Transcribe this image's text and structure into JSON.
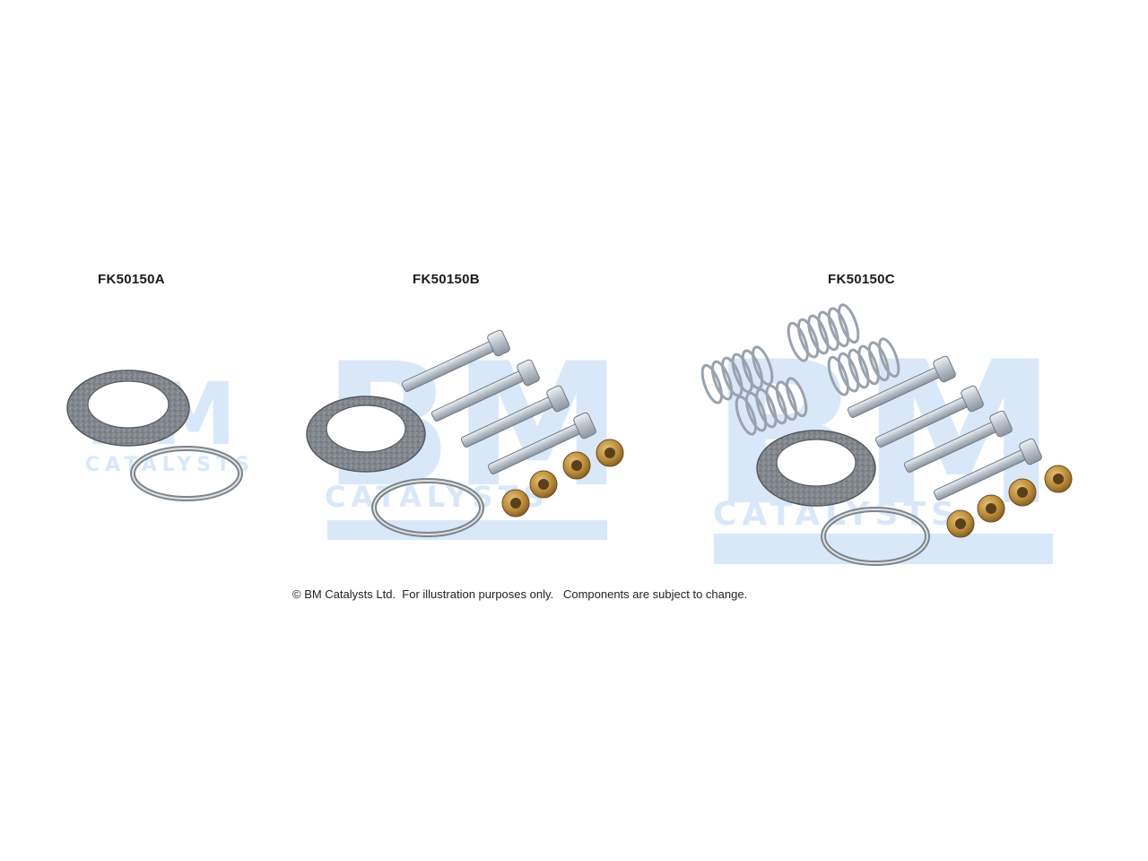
{
  "kits": [
    {
      "code": "FK50150A"
    },
    {
      "code": "FK50150B"
    },
    {
      "code": "FK50150C"
    }
  ],
  "watermark": {
    "mark": "BM",
    "sub": "CATALYSTS",
    "color": "#d9e8f8"
  },
  "footer": "© BM Catalysts Ltd.  For illustration purposes only.   Components are subject to change.",
  "colors": {
    "gasket": "#8a8f94",
    "ring": "#b9bfc5",
    "bolt": "#c9d0d8",
    "nut": "#b98a3a",
    "spring": "#c4ccd4"
  }
}
